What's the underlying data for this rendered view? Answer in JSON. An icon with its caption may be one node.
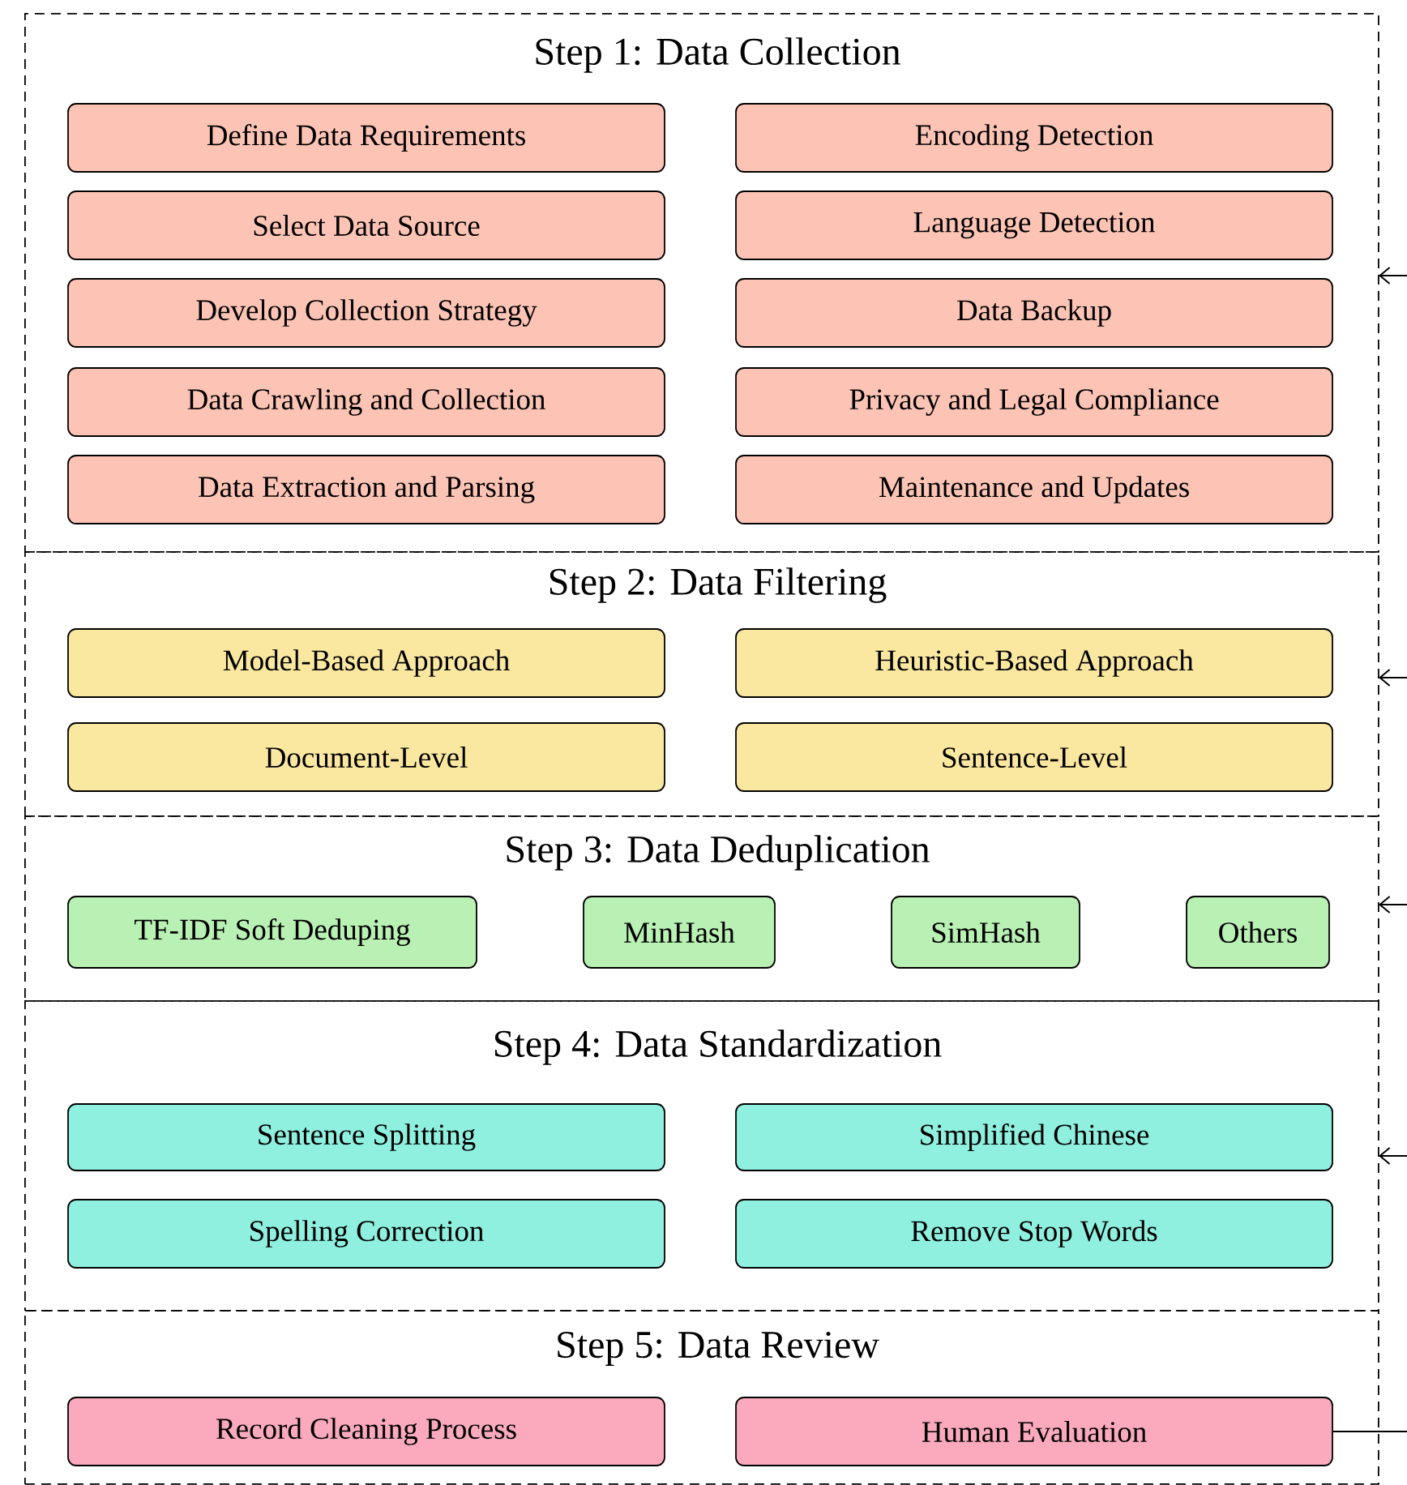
{
  "diagram": {
    "nodes": [
      {
        "text": [
          "Step 1: Data Collection"
        ]
      },
      {
        "text": [
          "Define Data Requirements"
        ],
        "in": 0
      },
      {
        "text": [
          "Encoding Detection"
        ],
        "in": 0
      },
      {
        "text": [
          "Select Data Source"
        ],
        "in": 0
      },
      {
        "text": [
          "Language Detection"
        ],
        "in": 0
      },
      {
        "text": [
          "Develop Collection Strategy"
        ],
        "in": 0
      },
      {
        "text": [
          "Data Backup"
        ],
        "in": 0
      },
      {
        "text": [
          "Data Crawling and Collection"
        ],
        "in": 0
      },
      {
        "text": [
          "Privacy and Legal Compliance"
        ],
        "in": 0
      },
      {
        "text": [
          "Data Extraction and Parsing"
        ],
        "in": 0
      },
      {
        "text": [
          "Maintenance and Updates"
        ],
        "in": 0
      },
      {
        "text": [
          "Step 2: Data Filtering"
        ]
      },
      {
        "text": [
          "Model-Based Approach"
        ],
        "in": 11
      },
      {
        "text": [
          "Heuristic-Based Approach"
        ],
        "in": 11
      },
      {
        "text": [
          "Document-Level"
        ],
        "in": 11
      },
      {
        "text": [
          "Sentence-Level"
        ],
        "in": 11
      },
      {
        "text": [
          "Step 3: Data Deduplication"
        ]
      },
      {
        "text": [
          "TF-IDF Soft Deduping"
        ],
        "in": 16
      },
      {
        "text": [
          "MinHash"
        ],
        "in": 16
      },
      {
        "text": [
          "SimHash"
        ],
        "in": 16
      },
      {
        "text": [
          "Others"
        ],
        "in": 16
      },
      {
        "text": [
          "Step 4: Data Standardization"
        ]
      },
      {
        "text": [
          "Sentence Splitting"
        ],
        "in": 21
      },
      {
        "text": [
          "Simplified Chinese"
        ],
        "in": 21
      },
      {
        "text": [
          "Spelling Correction"
        ],
        "in": 21
      },
      {
        "text": [
          "Remove Stop Words"
        ],
        "in": 21
      },
      {
        "text": [
          "Step 5: Data Review"
        ]
      },
      {
        "text": [
          "Record Cleaning Process"
        ],
        "in": 26
      },
      {
        "text": [
          "Human Evaluation"
        ],
        "in": 26
      }
    ],
    "edges": [
      {
        "from": 28,
        "to": null,
        "arrow": "none"
      },
      {
        "from": null,
        "to": 0,
        "arrow": "to"
      },
      {
        "from": null,
        "to": 11,
        "arrow": "to"
      },
      {
        "from": null,
        "to": 16,
        "arrow": "to"
      },
      {
        "from": null,
        "to": 21,
        "arrow": "to"
      }
    ]
  }
}
